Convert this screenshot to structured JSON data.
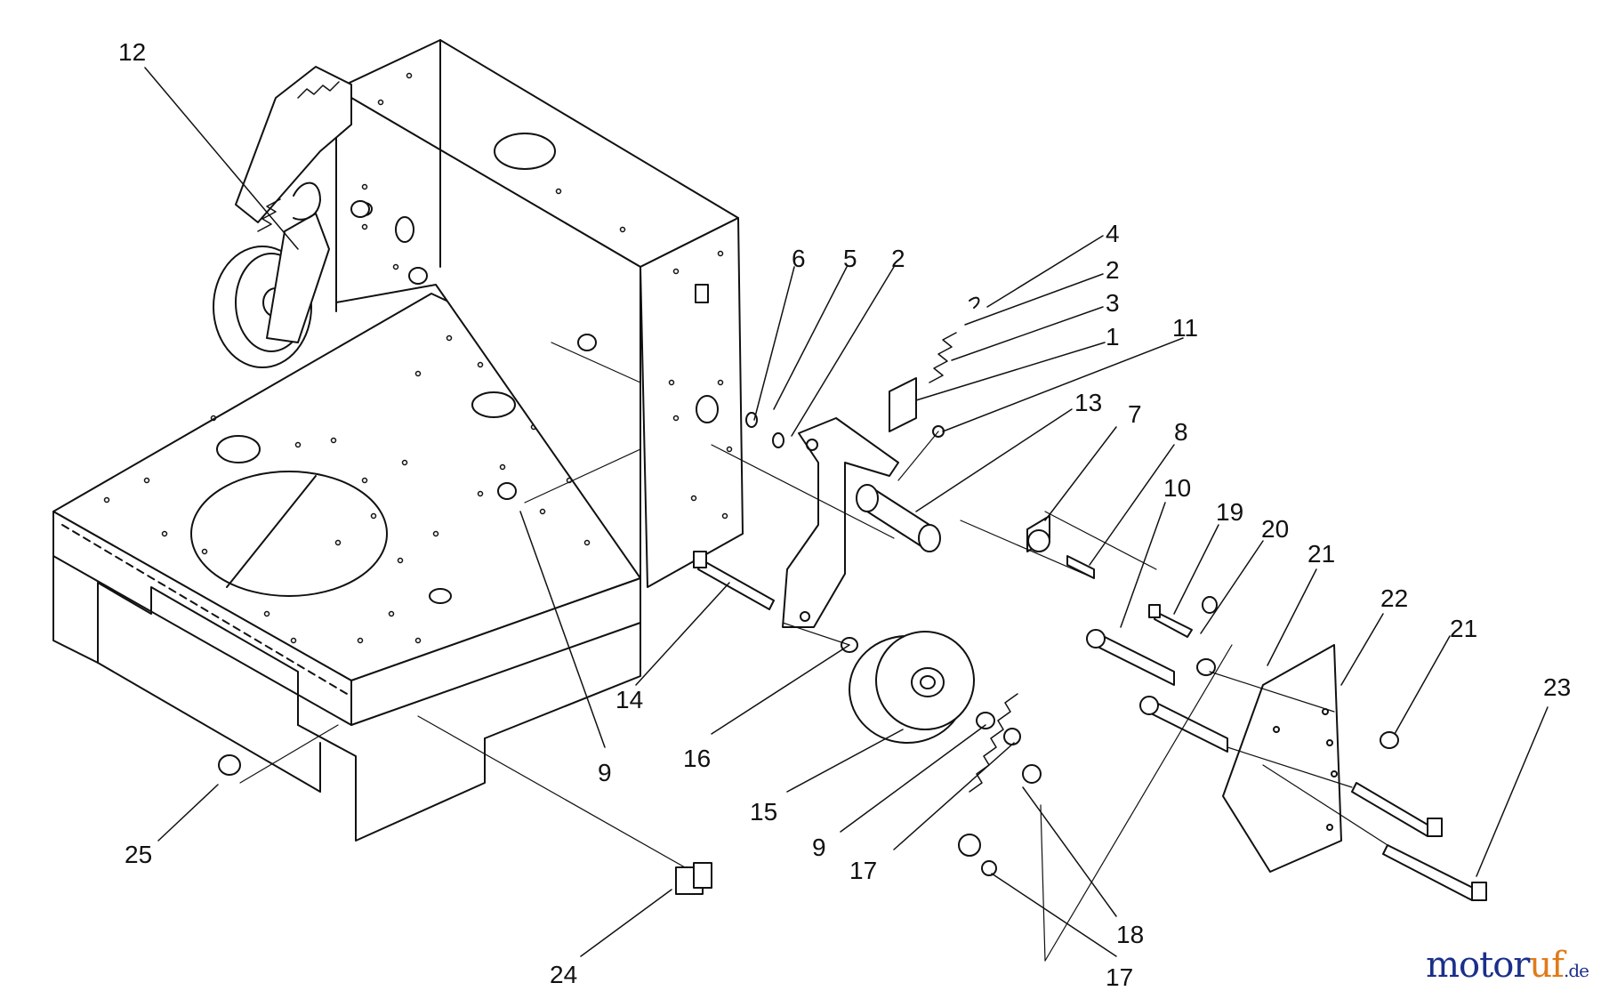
{
  "diagram": {
    "callouts": [
      "12",
      "6",
      "5",
      "2",
      "4",
      "2",
      "3",
      "1",
      "11",
      "13",
      "7",
      "8",
      "10",
      "19",
      "20",
      "21",
      "22",
      "21",
      "23",
      "14",
      "16",
      "9",
      "15",
      "9",
      "17",
      "18",
      "17",
      "25",
      "24"
    ]
  },
  "watermark": {
    "main": "motor",
    "accent": "uf",
    "suffix": ".de"
  },
  "colors": {
    "line": "#111111",
    "background": "#ffffff",
    "watermark_blue": "#1b2f8a",
    "watermark_orange": "#e07b1a"
  }
}
